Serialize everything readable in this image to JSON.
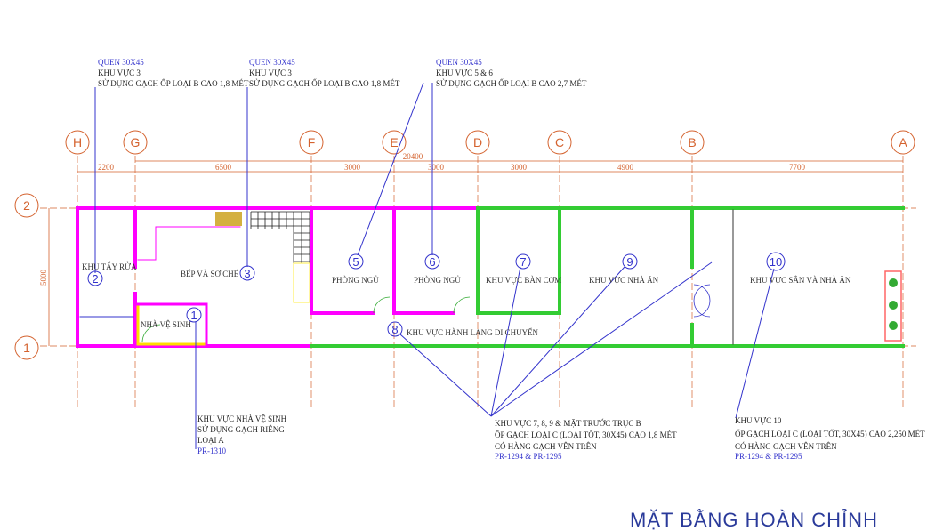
{
  "title": "MẶT BẰNG HOÀN CHỈNH",
  "grid_columns": [
    "H",
    "G",
    "F",
    "E",
    "D",
    "C",
    "B",
    "A"
  ],
  "grid_rows": [
    "2",
    "1"
  ],
  "dimensions": {
    "spans": [
      "2200",
      "6500",
      "3000",
      "3000",
      "3000",
      "4900",
      "7700"
    ],
    "total": "20400",
    "depth": "5000"
  },
  "rooms": {
    "khu_tay_rua": "KHU TẨY RỬA",
    "bep": "BẾP VÀ SƠ CHẾ",
    "nha_ve_sinh": "NHÀ VỆ SINH",
    "phong_ngu_5": "PHÒNG NGỦ",
    "phong_ngu_6": "PHÒNG NGỦ",
    "ban_com": "KHU VỰC BÀN CƠM",
    "nha_an": "KHU VỰC NHÀ ĂN",
    "san_nha_an": "KHU VỰC SÂN VÀ NHÀ ĂN",
    "hanh_lang": "KHU VỰC HÀNH LANG DI CHUYỂN"
  },
  "zone_numbers": [
    "1",
    "2",
    "3",
    "5",
    "6",
    "7",
    "8",
    "9",
    "10"
  ],
  "notes": {
    "n1": {
      "l1": "QUEN 30X45",
      "l2": "KHU VỰC 3",
      "l3": "SỬ DỤNG GẠCH ỐP LOẠI B CAO 1,8 MÉT"
    },
    "n2": {
      "l1": "QUEN 30X45",
      "l2": "KHU VỰC 3",
      "l3": "SỬ DỤNG GẠCH ỐP LOẠI B CAO 1,8 MÉT"
    },
    "n3": {
      "l1": "QUEN 30X45",
      "l2": "KHU VỰC 5 & 6",
      "l3": "SỬ DỤNG GẠCH ỐP LOẠI B CAO 2,7 MÉT"
    },
    "n4": {
      "l1": "KHU VỰC NHÀ VỆ SINH",
      "l2": "SỬ DỤNG GẠCH RIÊNG",
      "l3": "LOẠI A",
      "code": "PR-1310"
    },
    "n5": {
      "l1": "KHU VỰC 7, 8, 9 & MẶT TRƯỚC TRỤC B",
      "l2": "ỐP GẠCH LOẠI C (LOẠI TỐT, 30X45)  CAO 1,8 MÉT",
      "l3": "CÓ HÀNG GẠCH VÊN TRÊN",
      "code": "PR-1294 & PR-1295"
    },
    "n6": {
      "l1": "KHU VỰC 10",
      "l2": "ỐP GẠCH LOẠI C (LOẠI TỐT, 30X45)  CAO 2,250 MÉT",
      "l3": "CÓ HÀNG GẠCH VÊN TRÊN",
      "code": "PR-1294 & PR-1295"
    }
  },
  "colors": {
    "grid": "#d4622e",
    "leader": "#3333cc",
    "wall_pink": "#ff00ff",
    "wall_green": "#33cc33",
    "title": "#2a3a9a"
  }
}
